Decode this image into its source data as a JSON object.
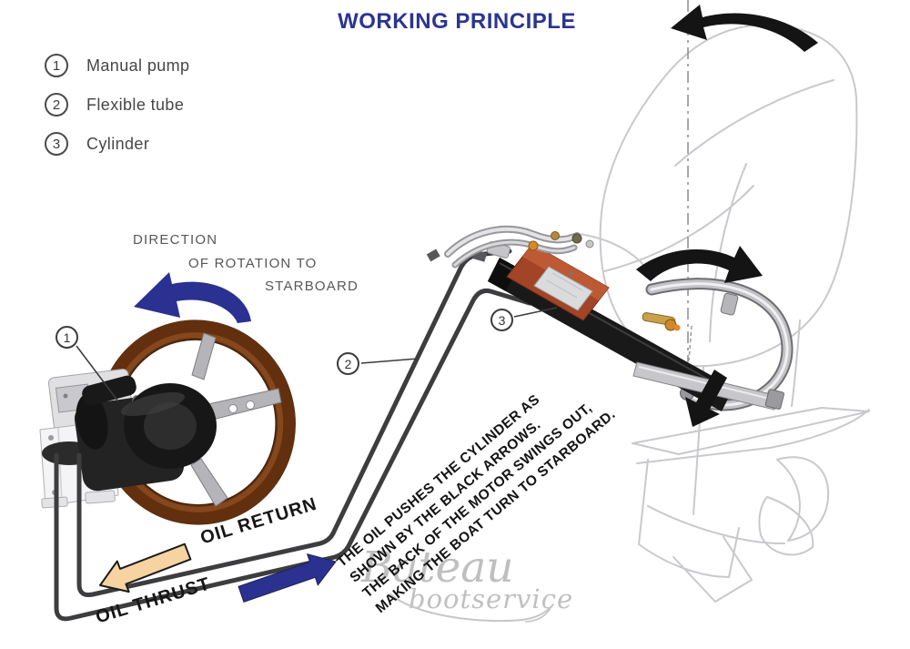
{
  "title": "WORKING PRINCIPLE",
  "legend": {
    "items": [
      {
        "num": "1",
        "label": "Manual pump"
      },
      {
        "num": "2",
        "label": "Flexible tube"
      },
      {
        "num": "3",
        "label": "Cylinder"
      }
    ]
  },
  "direction_note": {
    "line1": "DIRECTION",
    "line2": "OF ROTATION TO",
    "line3": "STARBOARD"
  },
  "flow_labels": {
    "oil_return": "OIL RETURN",
    "oil_thrust": "OIL THRUST"
  },
  "explanation": {
    "line1": "THE OIL PUSHES THE CYLINDER AS",
    "line2": "SHOWN BY THE BLACK ARROWS.",
    "line3": "THE BACK OF THE MOTOR SWINGS OUT,",
    "line4": "MAKING THE BOAT TURN TO STARBOARD."
  },
  "callouts": {
    "pump": "1",
    "tube": "2",
    "cylinder": "3"
  },
  "watermark": {
    "word1": "Bateau",
    "word2": "bootservice"
  },
  "colors": {
    "title_navy": "#2b3590",
    "arrow_navy": "#2a3190",
    "oil_return_peach": "#f6d3a1",
    "tube_dark": "#3d3d3f",
    "motor_outline_gray": "#c9c9cd",
    "cylinder_terracotta": "#a34427",
    "wheel_wood_brown": "#63300f",
    "brass": "#d08a2c"
  }
}
